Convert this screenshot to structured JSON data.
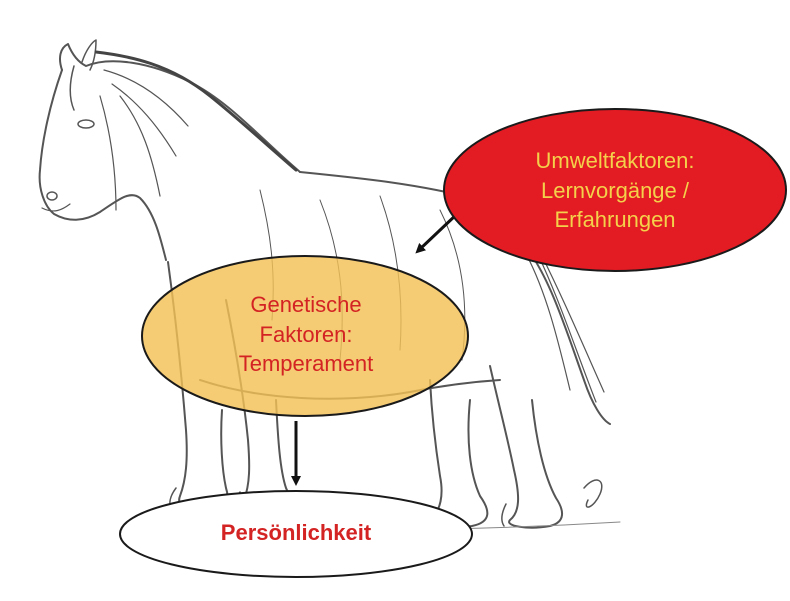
{
  "diagram": {
    "environment_node": {
      "lines": [
        "Umweltfaktoren:",
        "Lernvorgänge /",
        "Erfahrungen"
      ],
      "fill": "#e31b23",
      "text_color": "#f4d14a"
    },
    "genetic_node": {
      "lines": [
        "Genetische",
        "Faktoren:",
        "Temperament"
      ],
      "fill": "#f3c055",
      "text_color": "#d42323"
    },
    "personality_node": {
      "label": "Persönlichkeit",
      "fill": "#ffffff",
      "text_color": "#d42323"
    },
    "background_image": "horse-pencil-sketch",
    "edges": [
      {
        "from": "environment_node",
        "to": "genetic_node"
      },
      {
        "from": "genetic_node",
        "to": "personality_node"
      }
    ]
  }
}
